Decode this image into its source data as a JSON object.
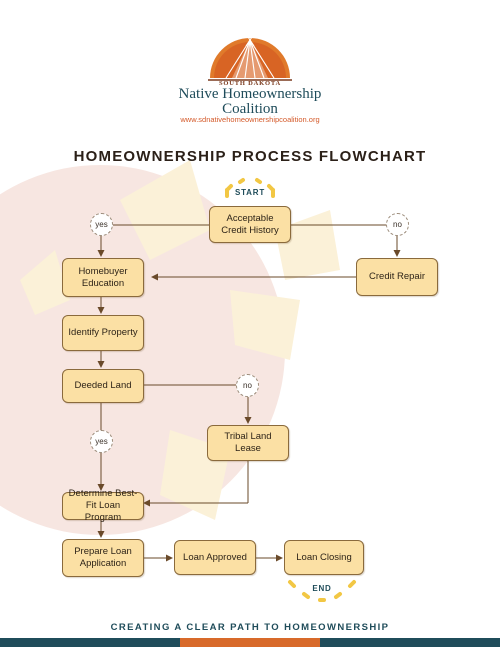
{
  "organization": {
    "top_line": "SOUTH DAKOTA",
    "name_line1": "Native Homeownership",
    "name_line2": "Coalition",
    "url": "www.sdnativehomeownershipcoalition.org",
    "logo_icon": "tipi-sunrise-logo"
  },
  "title": "HOMEOWNERSHIP PROCESS FLOWCHART",
  "markers": {
    "start": "START",
    "end": "END"
  },
  "steps": {
    "acceptable_credit_history": "Acceptable Credit History",
    "credit_repair": "Credit Repair",
    "homebuyer_education": "Homebuyer Education",
    "identify_property": "Identify Property",
    "deeded_land": "Deeded Land",
    "tribal_land_lease": "Tribal Land Lease",
    "determine_loan_program": "Determine Best-Fit Loan Program",
    "prepare_loan_application": "Prepare Loan Application",
    "loan_approved": "Loan Approved",
    "loan_closing": "Loan Closing"
  },
  "decisions": {
    "credit_yes": "yes",
    "credit_no": "no",
    "deeded_no": "no",
    "deeded_yes": "yes"
  },
  "tagline": "CREATING A CLEAR PATH TO HOMEOWNERSHIP",
  "colors": {
    "box_fill": "#fbe0a4",
    "box_border": "#8a6a3c",
    "accent_orange": "#e07a2b",
    "accent_teal": "#1f4c5a",
    "accent_yellow": "#f2c744",
    "footer_orange": "#d86a2a"
  }
}
